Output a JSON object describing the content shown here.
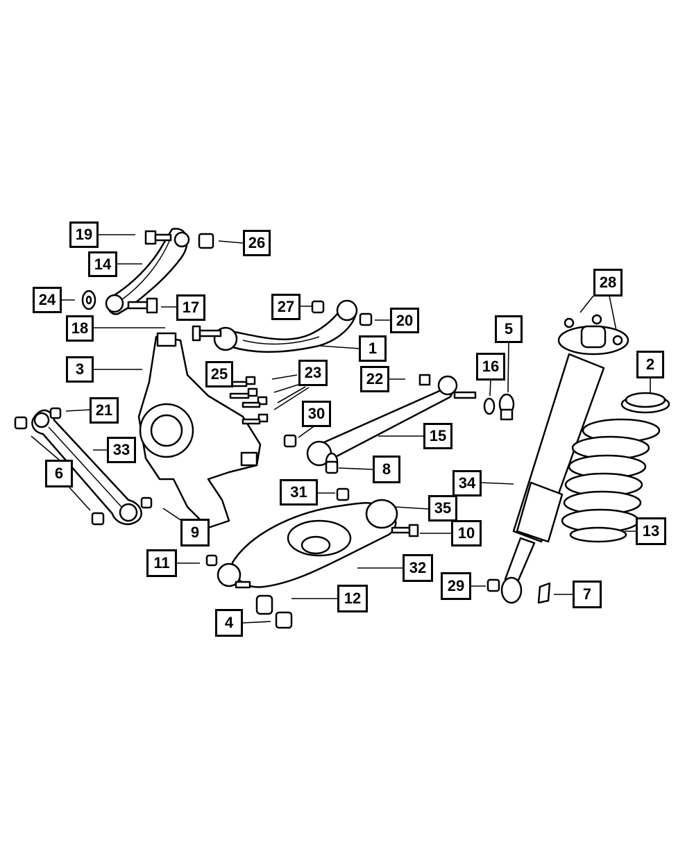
{
  "callouts": [
    {
      "id": "19",
      "label": "19"
    },
    {
      "id": "26",
      "label": "26"
    },
    {
      "id": "14",
      "label": "14"
    },
    {
      "id": "24",
      "label": "24"
    },
    {
      "id": "17",
      "label": "17"
    },
    {
      "id": "27",
      "label": "27"
    },
    {
      "id": "20",
      "label": "20"
    },
    {
      "id": "28",
      "label": "28"
    },
    {
      "id": "18",
      "label": "18"
    },
    {
      "id": "1",
      "label": "1"
    },
    {
      "id": "5",
      "label": "5"
    },
    {
      "id": "3",
      "label": "3"
    },
    {
      "id": "25",
      "label": "25"
    },
    {
      "id": "23",
      "label": "23"
    },
    {
      "id": "16",
      "label": "16"
    },
    {
      "id": "2",
      "label": "2"
    },
    {
      "id": "22",
      "label": "22"
    },
    {
      "id": "21",
      "label": "21"
    },
    {
      "id": "30",
      "label": "30"
    },
    {
      "id": "15",
      "label": "15"
    },
    {
      "id": "33",
      "label": "33"
    },
    {
      "id": "6",
      "label": "6"
    },
    {
      "id": "8",
      "label": "8"
    },
    {
      "id": "34",
      "label": "34"
    },
    {
      "id": "31",
      "label": "31"
    },
    {
      "id": "35",
      "label": "35"
    },
    {
      "id": "9",
      "label": "9"
    },
    {
      "id": "10",
      "label": "10"
    },
    {
      "id": "13",
      "label": "13"
    },
    {
      "id": "11",
      "label": "11"
    },
    {
      "id": "32",
      "label": "32"
    },
    {
      "id": "29",
      "label": "29"
    },
    {
      "id": "7",
      "label": "7"
    },
    {
      "id": "12",
      "label": "12"
    },
    {
      "id": "4",
      "label": "4"
    }
  ]
}
